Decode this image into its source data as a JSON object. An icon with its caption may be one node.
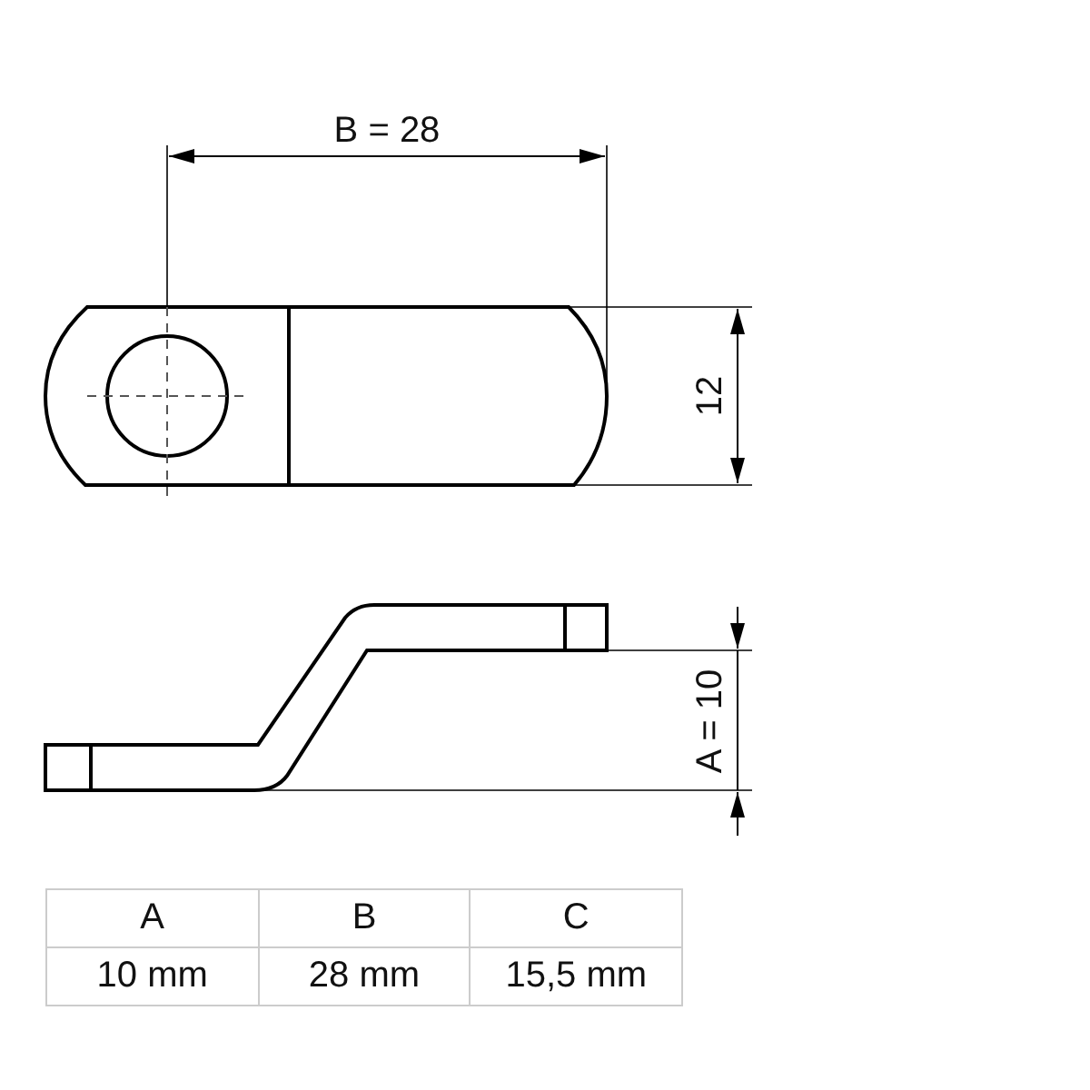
{
  "diagram": {
    "labels": [
      "B = 28",
      "12",
      "A = 10",
      "A",
      "B",
      "C",
      "10 mm",
      "28 mm",
      "15,5 mm"
    ]
  }
}
